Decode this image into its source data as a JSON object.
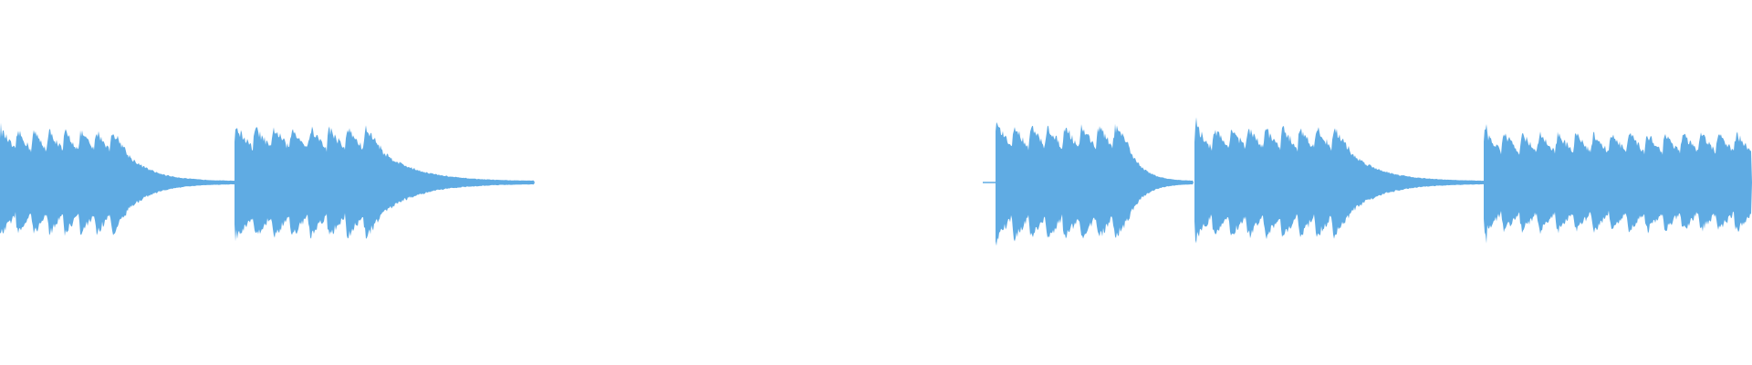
{
  "waveform": {
    "color": "#5fabe3",
    "background": "#ffffff",
    "duration": 1.0,
    "segments": [
      {
        "start": 0.0,
        "burst_end": 0.072,
        "fade_end": 0.134,
        "amp": 0.55,
        "bursts": 8
      },
      {
        "start": 0.134,
        "burst_end": 0.218,
        "fade_end": 0.305,
        "amp": 0.58,
        "bursts": 8
      },
      {
        "start": 0.568,
        "burst_end": 0.645,
        "fade_end": 0.681,
        "amp": 0.6,
        "bursts": 8
      },
      {
        "start": 0.682,
        "burst_end": 0.77,
        "fade_end": 0.847,
        "amp": 0.58,
        "bursts": 9
      },
      {
        "start": 0.847,
        "burst_end": 1.0,
        "fade_end": 1.0,
        "amp": 0.52,
        "bursts": 15
      }
    ],
    "marker": {
      "start": 0.561,
      "end": 0.569
    }
  }
}
